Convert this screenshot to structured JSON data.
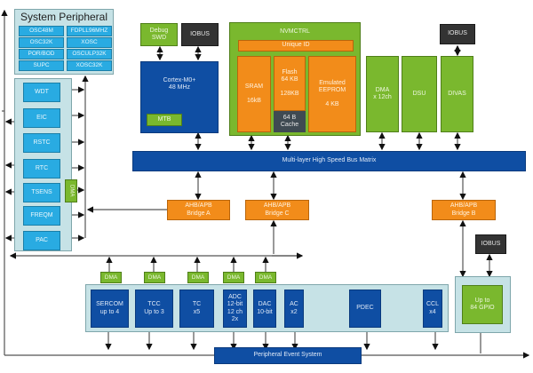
{
  "system_peripheral": {
    "title": "System Peripheral",
    "clocks": [
      "OSC48M",
      "FDPLL96MHZ",
      "OSC32K",
      "XOSC",
      "POR/BOD",
      "OSCULP32K",
      "SUPC",
      "XOSC32K"
    ]
  },
  "system_blocks": [
    "WDT",
    "EIC",
    "RSTC",
    "RTC",
    "TSENS",
    "FREQM",
    "PAC"
  ],
  "system_dma": "DMA",
  "debug": "Debug\nSWD",
  "iobus_label": "IOBUS",
  "cpu": {
    "name": "Cortex-M0+\n48 MHz",
    "mtb": "MTB"
  },
  "nvmctrl": {
    "title": "NVMCTRL",
    "unique_id": "Unique ID",
    "sram": "SRAM\n\n16kB",
    "flash": "Flash\n64 KB\n\n128KB",
    "cache": "64 B\nCache",
    "eeprom": "Emulated\nEEPROM\n\n4 KB"
  },
  "masters": [
    "DMA\nx 12ch",
    "DSU",
    "DIVAS"
  ],
  "bus_matrix": "Multi-layer High Speed Bus Matrix",
  "bridges": {
    "a": "AHB/APB\nBridge A",
    "c": "AHB/APB\nBridge C",
    "b": "AHB/APB\nBridge B"
  },
  "peripherals": [
    {
      "label": "SERCOM\nup to 4",
      "dma": true
    },
    {
      "label": "TCC\nUp to 3",
      "dma": true
    },
    {
      "label": "TC\nx5",
      "dma": true
    },
    {
      "label": "ADC\n12-bit\n12 ch\n2x",
      "dma": true
    },
    {
      "label": "DAC\n10-bit",
      "dma": true
    },
    {
      "label": "AC\nx2",
      "dma": false
    },
    {
      "label": "PDEC",
      "dma": false
    },
    {
      "label": "CCL\nx4",
      "dma": false
    }
  ],
  "dma_label": "DMA",
  "gpio": "Up to\n84 GPIO",
  "event_system": "Peripheral Event System",
  "colors": {
    "cyan": "#29abe2",
    "navy": "#0f4ea3",
    "green": "#7ab82e",
    "orange": "#f28c1a",
    "dark": "#333333",
    "panel": "#c6e2e6"
  }
}
